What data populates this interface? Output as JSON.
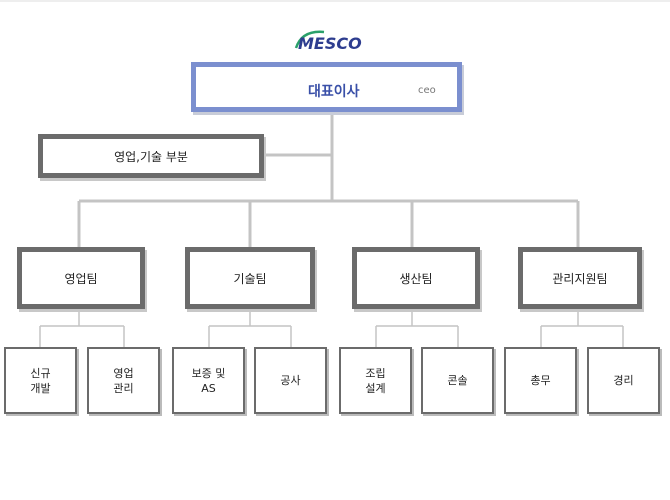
{
  "logo": {
    "text": "MESCO"
  },
  "ceo": {
    "title": "대표이사",
    "subtitle": "ceo"
  },
  "staff": {
    "label": "영업,기술 부분"
  },
  "teams": [
    {
      "name": "영업팀",
      "units": [
        {
          "lines": [
            "신규",
            "개발"
          ]
        },
        {
          "lines": [
            "영업",
            "관리"
          ]
        }
      ]
    },
    {
      "name": "기술팀",
      "units": [
        {
          "lines": [
            "보증 및",
            "AS"
          ]
        },
        {
          "lines": [
            "공사"
          ]
        }
      ]
    },
    {
      "name": "생산팀",
      "units": [
        {
          "lines": [
            "조립",
            "설계"
          ]
        },
        {
          "lines": [
            "콘솔"
          ]
        }
      ]
    },
    {
      "name": "관리지원팀",
      "units": [
        {
          "lines": [
            "총무"
          ]
        },
        {
          "lines": [
            "경리"
          ]
        }
      ]
    }
  ],
  "colors": {
    "ceo_border": "#7b8fcf",
    "box_border": "#6b6b6b",
    "connector": "#c4c4c4",
    "logo": "#2e3d8f",
    "logo_arc": "#2aa06a"
  }
}
